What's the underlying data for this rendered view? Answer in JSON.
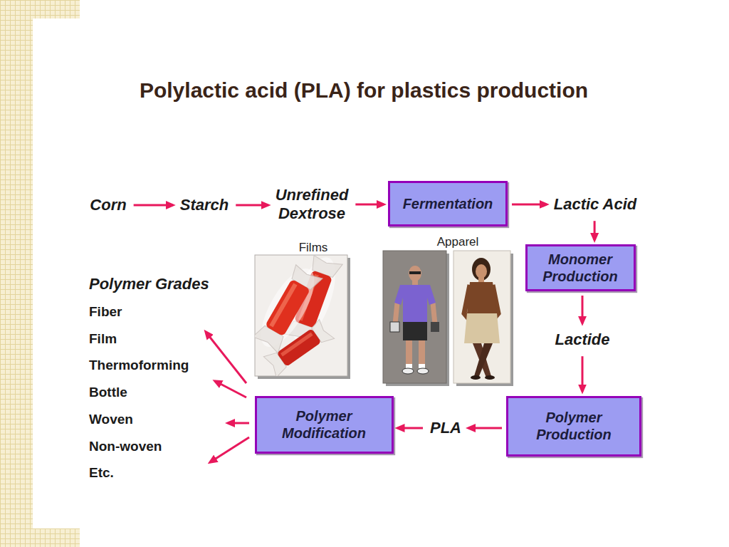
{
  "diagram": {
    "title": "Polylactic acid (PLA) for plastics production",
    "nodes": [
      {
        "text": [
          "Corn"
        ]
      },
      {
        "text": [
          "Starch"
        ]
      },
      {
        "text": [
          "Unrefined Dextrose"
        ]
      },
      {
        "text": [
          "Fermentation"
        ]
      },
      {
        "text": [
          "Lactic Acid"
        ]
      },
      {
        "text": [
          "Monomer Production"
        ]
      },
      {
        "text": [
          "Lactide"
        ]
      },
      {
        "text": [
          "Polymer Production"
        ]
      },
      {
        "text": [
          "PLA"
        ]
      },
      {
        "text": [
          "Polymer Modification"
        ]
      }
    ],
    "edges": [
      {
        "from": 0,
        "to": 1,
        "arrow": "to"
      },
      {
        "from": 1,
        "to": 2,
        "arrow": "to"
      },
      {
        "from": 2,
        "to": 3,
        "arrow": "to"
      },
      {
        "from": 3,
        "to": 4,
        "arrow": "to"
      },
      {
        "from": 4,
        "to": 5,
        "arrow": "to"
      },
      {
        "from": 5,
        "to": 6,
        "arrow": "to"
      },
      {
        "from": 6,
        "to": 7,
        "arrow": "to"
      },
      {
        "from": 7,
        "to": 8,
        "arrow": "to"
      },
      {
        "from": 8,
        "to": 9,
        "arrow": "to"
      }
    ],
    "labels": [
      "Films",
      "Apparel",
      "Polymer Grades",
      "Fiber",
      "Film",
      "Thermoforming",
      "Bottle",
      "Woven",
      "Non-woven",
      "Etc."
    ]
  }
}
